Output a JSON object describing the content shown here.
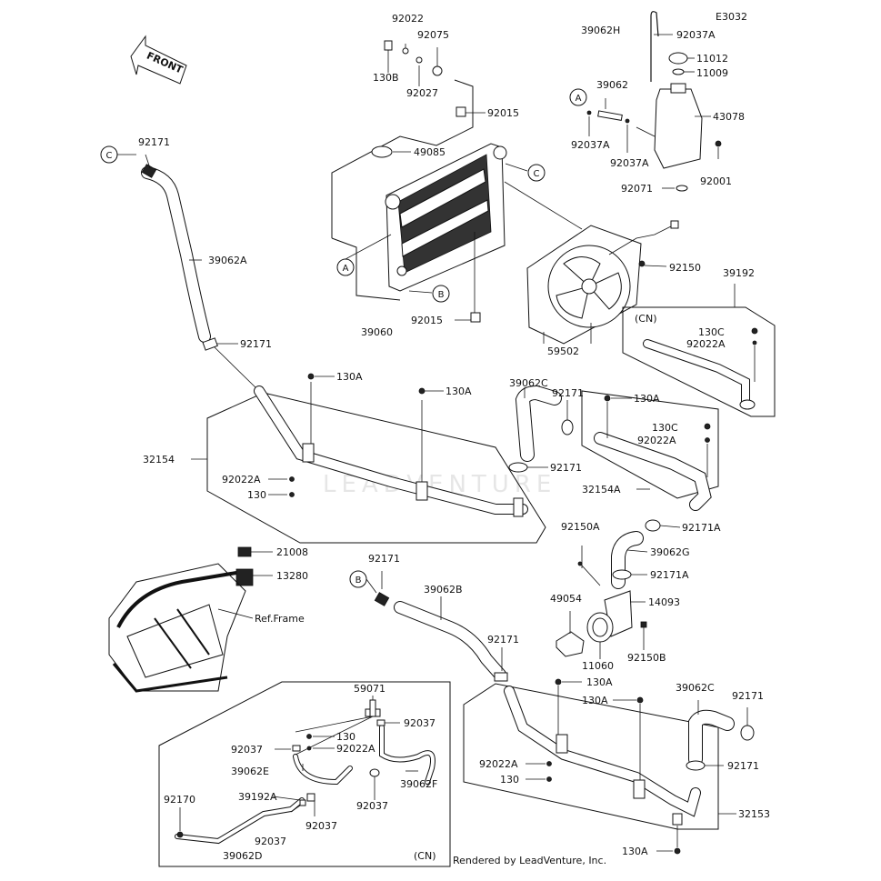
{
  "diagram_code": "E3032",
  "front_label": "FRONT",
  "ref_frame_label": "Ref.Frame",
  "cn_labels": [
    "(CN)",
    "(CN)"
  ],
  "watermark": "LEADVENTURE",
  "footer": "Rendered by LeadVenture, Inc.",
  "callouts": [
    "A",
    "B",
    "C"
  ],
  "parts": [
    "92022",
    "92075",
    "130B",
    "92027",
    "92015",
    "49085",
    "39060",
    "92015",
    "39062H",
    "92037A",
    "11012",
    "11009",
    "39062",
    "92037A",
    "92037A",
    "43078",
    "92071",
    "92001",
    "92150",
    "59502",
    "39192",
    "130C",
    "92022A",
    "92171",
    "39062A",
    "92171",
    "32154",
    "130A",
    "130A",
    "92022A",
    "130",
    "39062C",
    "92171",
    "92171",
    "130A",
    "130C",
    "92022A",
    "32154A",
    "92171A",
    "92150A",
    "39062G",
    "92171A",
    "49054",
    "14093",
    "11060",
    "92150B",
    "21008",
    "13280",
    "92171",
    "39062B",
    "92171",
    "130A",
    "130A",
    "39062C",
    "92171",
    "92022A",
    "130",
    "92171",
    "32153",
    "130A",
    "59071",
    "92037",
    "130",
    "92022A",
    "92037",
    "39062E",
    "39062F",
    "92037",
    "92170",
    "39192A",
    "92037",
    "92037",
    "39062D"
  ]
}
